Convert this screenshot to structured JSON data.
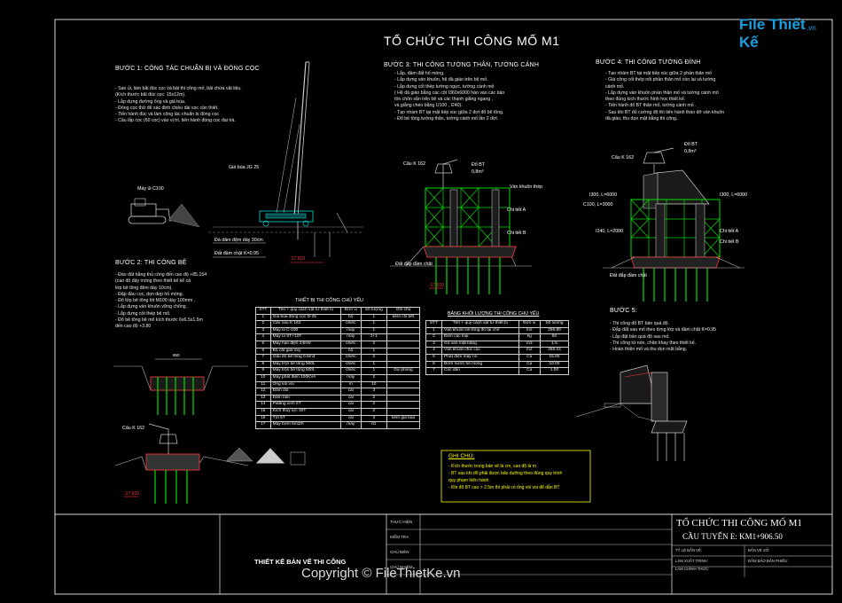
{
  "logo": {
    "text": "File Thiết Kế",
    "suffix": ".vn"
  },
  "title": "TỔ CHỨC THI CÔNG MỐ M1",
  "step1": {
    "heading": "BƯỚC 1: CÔNG TÁC CHUẨN BỊ VÀ ĐÓNG CỌC",
    "lines": [
      "- San ủi, làm bãi đúc cọc và bãi thi công mố, bãi chứa vật liệu.",
      "  (Kích thước bãi đúc cọc: 15x12m).",
      "- Lắp dựng đường ống và giá búa.",
      "- Đóng cọc thử để xác định chiều dài cọc cần thiết.",
      "- Tiến hành đúc và làm công tác chuẩn bị đóng cọc",
      "- Cẩu lắp cọc (60 cọc) vào vị trí, tiến hành đóng cọc đại trà."
    ],
    "labels": {
      "pile_hammer": "Giá búa JG 25",
      "bulldozer": "Máy ủi C100",
      "gravel": "Đá dăm đệm dày 30cm",
      "compact": "Đất đầm chặt K=0.95",
      "elev": "-17.610"
    }
  },
  "step2": {
    "heading": "BƯỚC 2: THI CÔNG BỆ",
    "lines": [
      "- Đào đất bằng thủ công đến cao độ +85.154",
      "  (cao độ đáy móng theo thiết kế kể cả",
      "  lớp bê tông đệm dày 10cm).",
      "- Đập đầu cọc, dọn dẹp hố móng.",
      "- Đổ lớp bê tông lót M100 dày 100mm .",
      "- Lắp dựng ván khuôn vững chống .",
      "- Lắp dựng cốt thép bệ mố.",
      "- Đổ bê tông bệ mố kích thước 6x6.5x1.5m",
      "  đến cao độ +3.80"
    ],
    "labels": {
      "crane": "Cẩu K 162",
      "elev": "-17.610",
      "dim": "850"
    }
  },
  "step3": {
    "heading": "BƯỚC 3: THI CÔNG TƯỜNG THÂN, TƯỜNG CÁNH",
    "lines": [
      "- Lắp, đầm đất hố móng.",
      "- Lắp dựng ván khuôn, hệ đà giáo trên bệ mố.",
      "- Lắp dựng cốt thép tường ngực, tường cánh mố",
      "  ( Hệ đà giáo bằng các cột I360x6000 hàn vào các bản",
      "  tôn chôn sẵn trên bệ và các thanh giằng ngang ,",
      "  và giằng chéo bằng U100 , I240).",
      "- Tạo nhám BT tại mặt tiếp xúc giữa 2 đợt đổ bê tông.",
      "- Đổ bê tông tường thân, tường cánh mố lần 2 đợt."
    ],
    "labels": {
      "crane": "Cẩu K 162",
      "concrete": "Đổ BT",
      "volume": "0,8m³",
      "formwork": "Ván khuôn thép",
      "detailA": "Chi tiết A",
      "detailB": "Chi tiết B",
      "compact": "Đất đắp đầm chặt",
      "elev": "-17.610"
    }
  },
  "step4": {
    "heading": "BƯỚC 4: THI CÔNG TƯỜNG ĐỈNH",
    "lines": [
      "- Tạo nhám BT tại mặt tiếp xúc giữa 2 phần thân mố",
      "- Giá công cốt thép nối phần thân mố còn lại và tường",
      "  cánh mố.",
      "- Lắp dựng ván khuôn phần thân mố và tường cánh mố",
      "  theo đúng kích thước hình học thiết kế.",
      "- Tiến hành đổ BT thân mố, tường cánh mố .",
      "- Sau khi BT đủ cường độ thì tiến hành tháo dỡ ván khuôn",
      "  đà giáo, thu dọn mặt bằng thi công."
    ],
    "labels": {
      "crane": "Cẩu K 162",
      "concrete": "Đổ BT",
      "volume": "0,8m³",
      "i300a": "I300, L=6000",
      "i300b": "I300, L=6000",
      "c100": "C100, L=3000",
      "i240": "I240, L=2000",
      "detailA": "Chi tiết A",
      "detailB": "Chi tiết B",
      "compact": "Đất đắp đầm chặt"
    }
  },
  "step5": {
    "heading": "BƯỚC 5:",
    "lines": [
      "- Thi công đổ BT bản quá độ.",
      "- Đắp đất sau mố theo từng lớp và đầm chặt K=0.95",
      "- Lắp đặt bản quá độ sau mố.",
      "- Thi công tứ nón, chân khay theo thiết kế.",
      "- Hoàn thiện mố và thu dọn mặt bằng."
    ]
  },
  "equipment_table": {
    "title": "THIẾT BỊ THI CÔNG CHỦ YẾU",
    "headers": [
      "STT",
      "Tên + quy cách vật tư thiết bị",
      "Đơn vị",
      "Số lượng",
      "Ghi chú"
    ],
    "rows": [
      [
        "1",
        "Giá búa đóng cọc D-25",
        "bộ",
        "1",
        "kèm chi tiết"
      ],
      [
        "2",
        "Cần cẩu K 162",
        "chiếc",
        "1",
        ""
      ],
      [
        "3",
        "Máy ủi C-100",
        "máy",
        "1",
        ""
      ],
      [
        "4",
        "Máy ủi ST+10T",
        "máy",
        "1+1",
        ""
      ],
      [
        "5",
        "Máy hàn điện 24KW",
        "chiếc",
        "2",
        ""
      ],
      [
        "6",
        "Bộ cắt gas-ôxy",
        "bộ",
        "1",
        ""
      ],
      [
        "7",
        "Gầu đổ bê tông 0.8m3",
        "chiếc",
        "2",
        ""
      ],
      [
        "8",
        "Máy trộn bê tông 500L",
        "chiếc",
        "1",
        ""
      ],
      [
        "9",
        "Máy trộn bê tông 500L",
        "chiếc",
        "1",
        "Dự phòng"
      ],
      [
        "10",
        "Máy phát điện 100KVA",
        "máy",
        "2",
        ""
      ],
      [
        "11",
        "Ống vòi voi",
        "m",
        "10",
        ""
      ],
      [
        "12",
        "Đầm dùi",
        "cái",
        "3",
        ""
      ],
      [
        "13",
        "Đầm bàn",
        "cái",
        "2",
        ""
      ],
      [
        "14",
        "Palăng xích 5T",
        "cái",
        "2",
        ""
      ],
      [
        "15",
        "Kích thuỷ lực 30T",
        "cái",
        "2",
        ""
      ],
      [
        "16",
        "Tời 5T",
        "cái",
        "3",
        "kèm giá búa"
      ],
      [
        "17",
        "Máy bơm 5m3/h",
        "máy",
        "01",
        ""
      ]
    ]
  },
  "quantity_table": {
    "title": "BẢNG KHỐI LƯỢNG THI CÔNG CHỦ YẾU",
    "headers": [
      "STT",
      "Tên + quy cách vật tư thiết bị",
      "Đơn vị",
      "Số lượng"
    ],
    "rows": [
      [
        "1",
        "Ván khuôn bê tông đổ tại chỗ",
        "m2",
        "256.80"
      ],
      [
        "2",
        "Đinh các loại",
        "kg",
        "50"
      ],
      [
        "3",
        "Gỗ ván mặt bằng",
        "m3",
        "1.5"
      ],
      [
        "4",
        "Ván khuôn đúc cọc",
        "m2",
        "256.24"
      ],
      [
        "5",
        "Phát điện máy nổ",
        "Ca",
        "15.00"
      ],
      [
        "6",
        "Bơm nước hố móng",
        "Ca",
        "10.00"
      ],
      [
        "7",
        "Cọc dẫn",
        "Ca",
        "1.00"
      ]
    ]
  },
  "notes": {
    "title": "GHI CHÚ:",
    "lines": [
      "- Kích thước trong bản vẽ là cm, cao độ là m",
      "- BT sau khi đổ phải được bảo dưỡng theo đúng quy trình",
      "  quy phạm hiện hành.",
      "- Khi đổ BT cao > 2.5m thì phải có ống vòi voi để dẫn BT"
    ]
  },
  "title_block": {
    "stamp": "THIẾT KẾ BẢN VẼ THI CÔNG",
    "rows": [
      "THỰC HIỆN",
      "KIỂM TRA",
      "CHỦ BIÊN",
      "CHỦ NHIỆM"
    ],
    "drawing_title": "TỔ CHỨC THI CÔNG MỐ M1",
    "subtitle": "CẦU TUYẾN E: KM1+906.50",
    "info": [
      [
        "TỶ LỆ BẢN VẼ:",
        "BẢN VẼ SỐ:"
      ],
      [
        "LÀM XUẤT TRÌNH:",
        "ĐẢM BẢO BẢN PHIẾU:"
      ],
      [
        "LÀM CHÍNH THỨC:",
        ""
      ]
    ]
  },
  "copyright": "Copyright © FileThietKe.vn"
}
